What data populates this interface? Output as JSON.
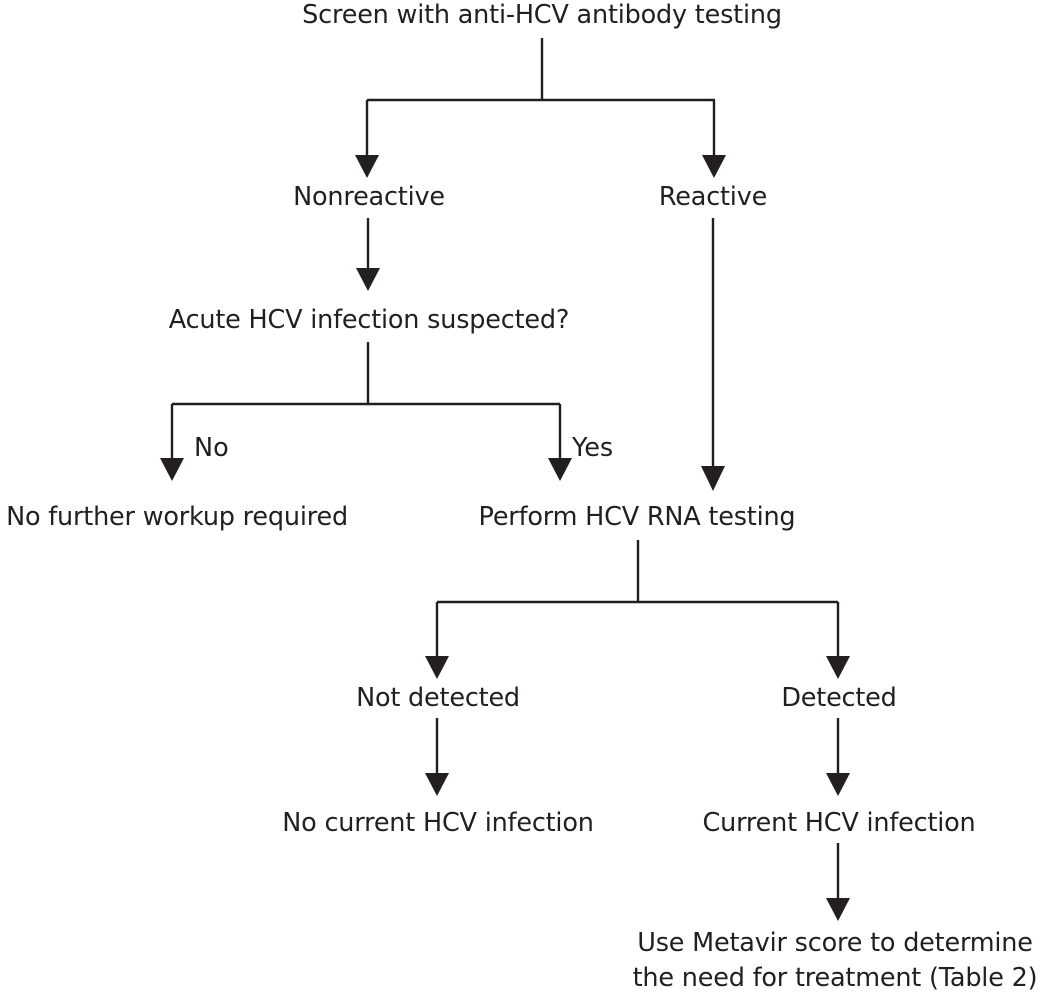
{
  "diagram": {
    "title": "HCV testing algorithm flowchart",
    "background_color": "#ffffff",
    "ink_color": "#231f20",
    "nodes": {
      "screen": "Screen with anti-HCV antibody testing",
      "nonreactive": "Nonreactive",
      "reactive": "Reactive",
      "acute_suspected": "Acute HCV infection suspected?",
      "no_further_workup": "No further workup required",
      "perform_rna": "Perform HCV RNA testing",
      "not_detected": "Not detected",
      "detected": "Detected",
      "no_current_infection": "No current HCV infection",
      "current_infection": "Current HCV infection",
      "metavir_line1": "Use Metavir score to determine",
      "metavir_line2": "the need for treatment (Table 2)"
    },
    "edge_labels": {
      "no": "No",
      "yes": "Yes"
    }
  }
}
